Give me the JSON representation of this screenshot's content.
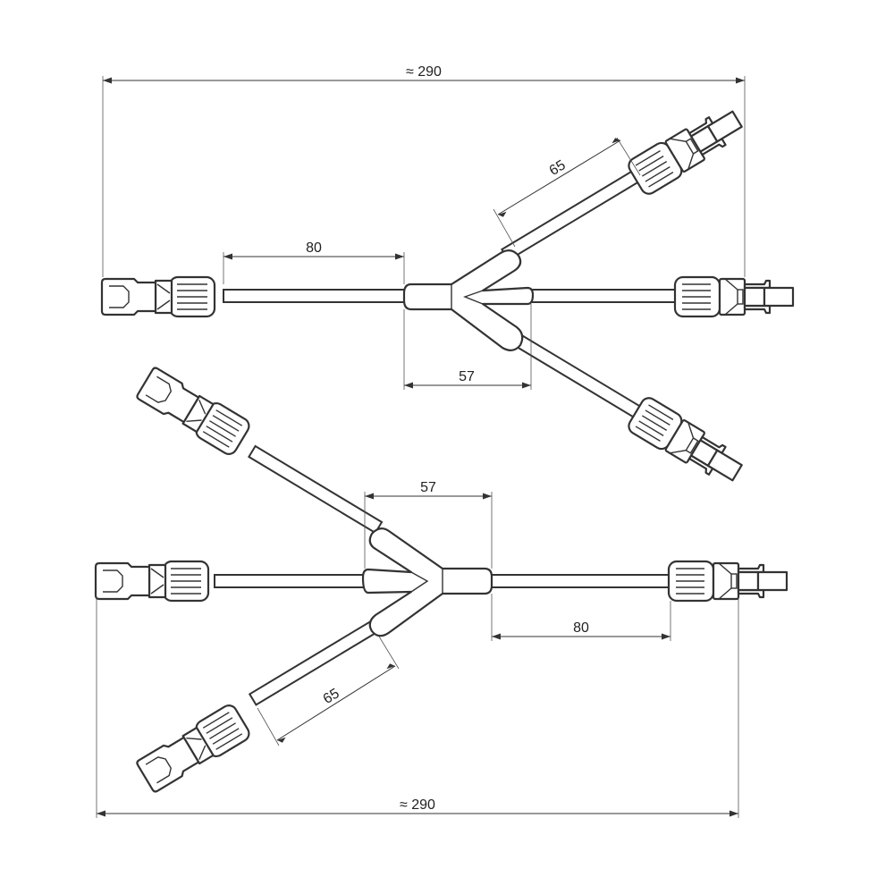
{
  "dimensions": {
    "top_total": "≈ 290",
    "top_trunk": "80",
    "top_branch": "65",
    "top_split": "57",
    "bottom_total": "≈ 290",
    "bottom_trunk": "80",
    "bottom_branch": "65",
    "bottom_split": "57"
  },
  "assemblies": {
    "top": {
      "trunk_connector": "female-connector",
      "branch_connectors": [
        "male-connector",
        "male-connector",
        "male-connector"
      ]
    },
    "bottom": {
      "trunk_connector": "male-connector",
      "branch_connectors": [
        "female-connector",
        "female-connector",
        "female-connector"
      ]
    }
  }
}
